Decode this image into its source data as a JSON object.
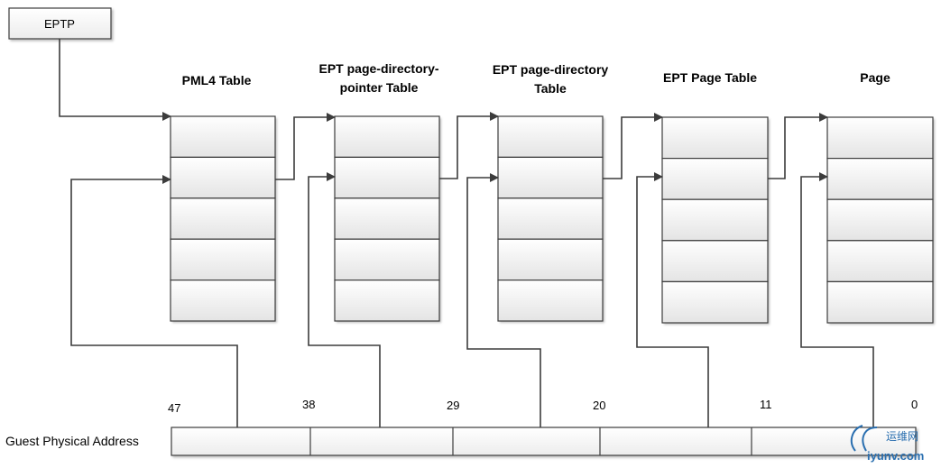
{
  "eptp_label": "EPTP",
  "tables": [
    {
      "title_lines": [
        "PML4 Table"
      ]
    },
    {
      "title_lines": [
        "EPT page-directory-",
        "pointer Table"
      ]
    },
    {
      "title_lines": [
        "EPT page-directory",
        "Table"
      ]
    },
    {
      "title_lines": [
        "EPT Page Table"
      ]
    },
    {
      "title_lines": [
        "Page"
      ]
    }
  ],
  "address": {
    "label": "Guest Physical Address",
    "bit_labels": [
      "47",
      "38",
      "29",
      "20",
      "11",
      "0"
    ]
  },
  "watermark": {
    "cn": "运维网",
    "en": "iyunv.com"
  },
  "colors": {
    "line": "#3c3c3c",
    "box_top": "#ffffff",
    "box_bottom": "#e4e4e4",
    "watermark": "#2a6fb0"
  }
}
